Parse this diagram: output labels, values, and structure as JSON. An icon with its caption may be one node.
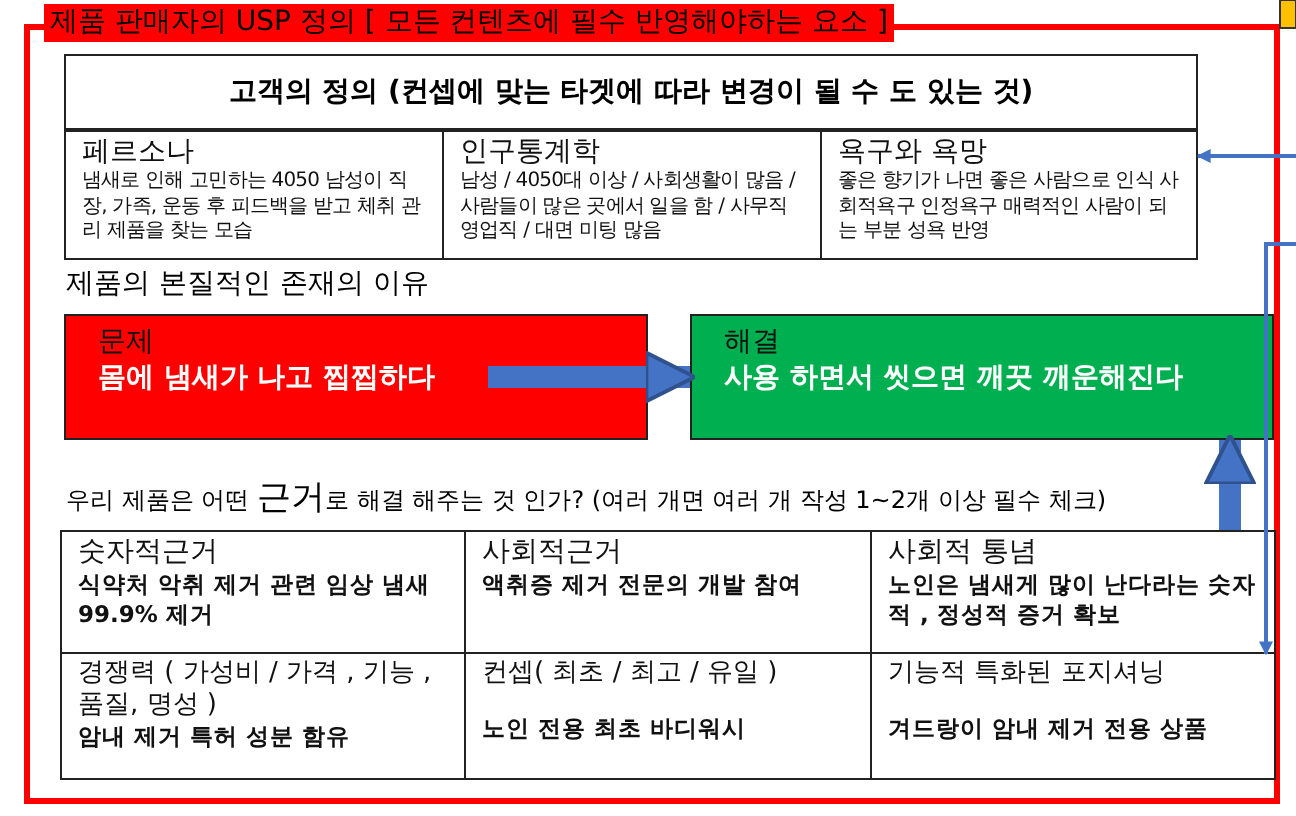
{
  "diagram": {
    "nodes": [
      {
        "text": [
          "제품 판매자의 USP 정의 [ 모든 컨텐츠에 필수 반영해야하는 요소 ]"
        ]
      },
      {
        "text": [
          "고객의 정의 (컨셉에 맞는 타겟에 따라 변경이 될 수 도 있는 것)"
        ],
        "in": 0
      },
      {
        "text": [
          "페르소나",
          "냄새로 인해 고민하는 4050 남성이 직장, 가족, 운동 후 피드백을 받고 체취 관리 제품을 찾는 모습"
        ],
        "in": 0
      },
      {
        "text": [
          "인구통계학",
          "남성 / 4050대 이상 / 사회생활이 많음 / 사람들이 많은 곳에서 일을 함 / 사무직 영업직 / 대면 미팅 많음"
        ],
        "in": 0
      },
      {
        "text": [
          "욕구와 욕망",
          "좋은 향기가 나면 좋은 사람으로 인식 사회적욕구 인정욕구 매력적인 사람이 되는 부분 성욕 반영"
        ],
        "in": 0
      },
      {
        "text": [
          "문제",
          "몸에 냄새가 나고 찝찝하다"
        ],
        "in": 0
      },
      {
        "text": [
          "해결",
          "사용 하면서 씻으면 깨끗 깨운해진다"
        ],
        "in": 0
      },
      {
        "text": [
          "숫자적근거",
          "식약처 악취 제거 관련 임상 냄새 99.9% 제거"
        ],
        "in": 0
      },
      {
        "text": [
          "사회적근거",
          "액취증 제거 전문의 개발 참여"
        ],
        "in": 0
      },
      {
        "text": [
          "사회적 통념",
          "노인은 냄새게 많이 난다라는 숫자적 , 정성적 증거 확보"
        ],
        "in": 0
      },
      {
        "text": [
          "경쟁력 ( 가성비 / 가격 , 기능 , 품질, 명성 )",
          "암내 제거 특허 성분 함유"
        ],
        "in": 0
      },
      {
        "text": [
          "컨셉( 최초 / 최고 / 유일 )",
          "노인 전용 최초 바디워시"
        ],
        "in": 0
      },
      {
        "text": [
          "기능적 특화된 포지셔닝",
          "겨드랑이 암내 제거 전용 상품"
        ],
        "in": 0
      }
    ],
    "edges": [
      {
        "from": 5,
        "to": 6,
        "arrow": "to",
        "style": "thick"
      },
      {
        "from": null,
        "to": 4,
        "arrow": "to"
      },
      {
        "from": null,
        "to": 9,
        "arrow": "to"
      },
      {
        "from": 9,
        "to": 6,
        "arrow": "to",
        "style": "thick"
      }
    ],
    "labels": [
      "제품의 본질적인 존재의 이유",
      "우리 제품은 어떤 **근거**로 해결 해주는 것 인가? (여러 개면 여러 개 작성 1~2개 이상 필수 체크)"
    ]
  }
}
